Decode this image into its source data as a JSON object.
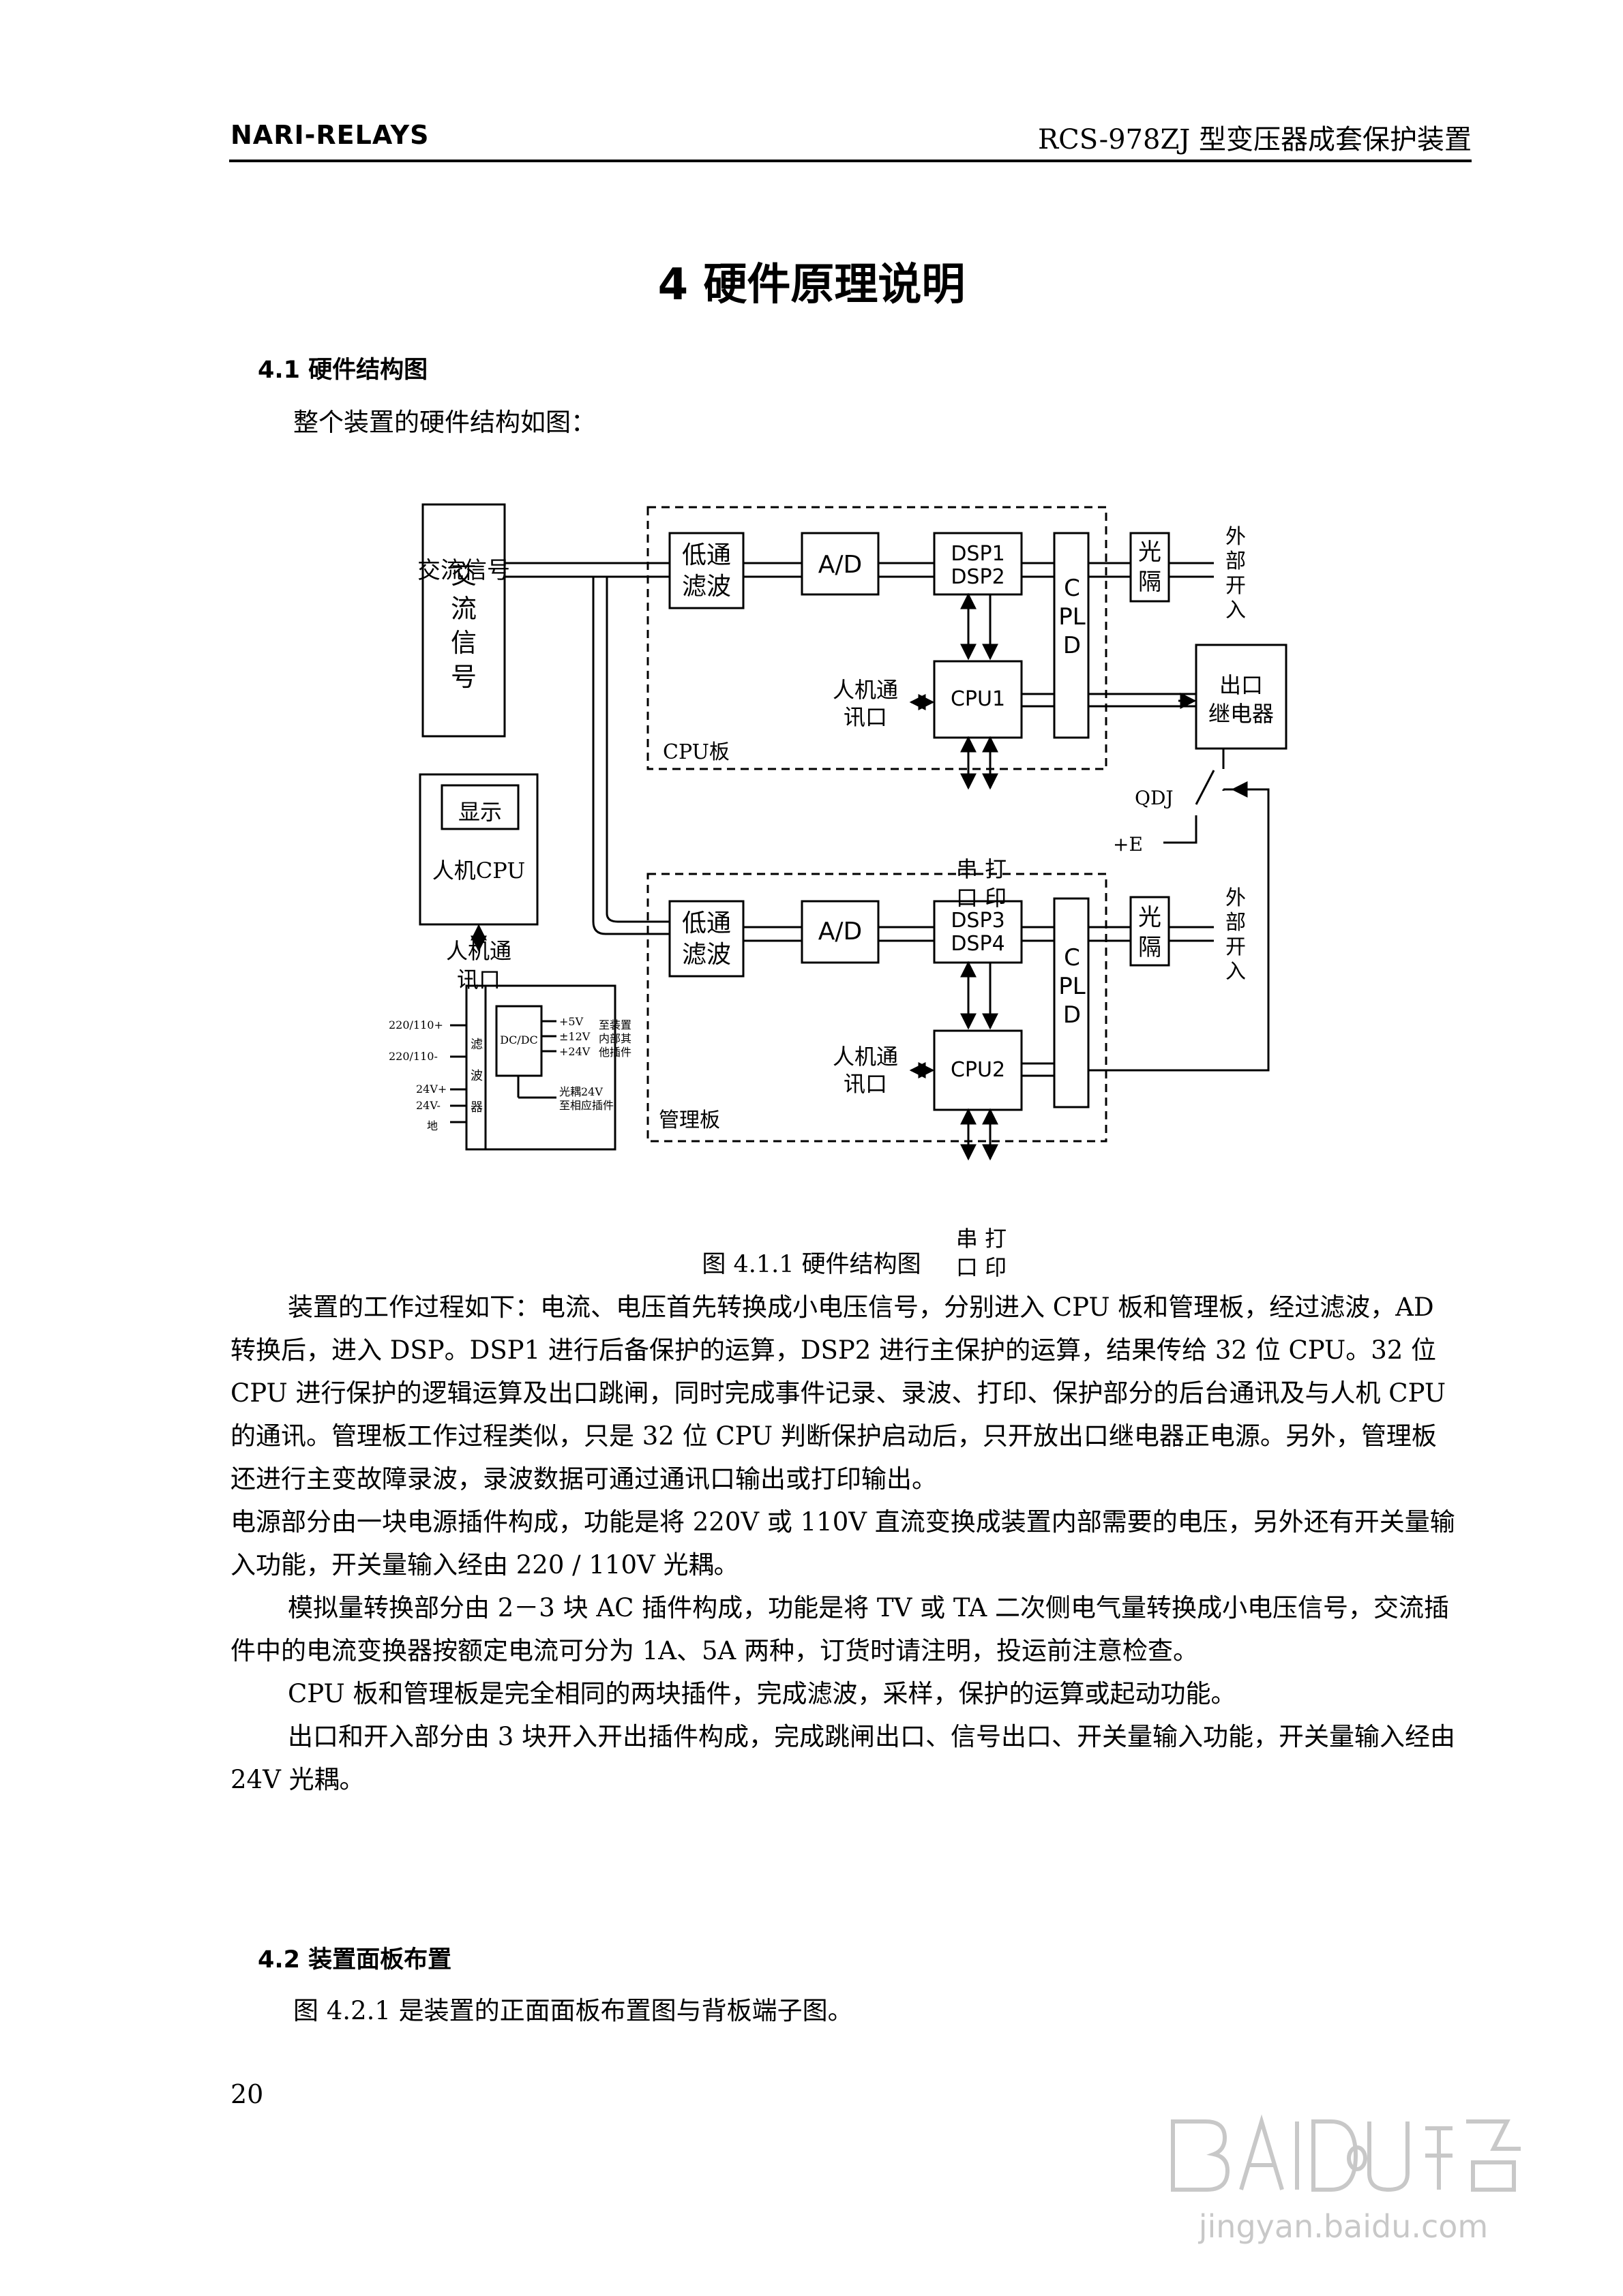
{
  "header": {
    "brand": "NARI-RELAYS",
    "product": "RCS-978ZJ 型变压器成套保护装置"
  },
  "chapter_title": "4  硬件原理说明",
  "section_4_1": {
    "heading": "4.1   硬件结构图",
    "intro": "整个装置的硬件结构如图："
  },
  "diagram": {
    "ac_signal": "交流信号",
    "cpu_board": {
      "lowpass_line1": "低通",
      "lowpass_line2": "滤波",
      "ad": "A/D",
      "dsp_a": "DSP1",
      "dsp_b": "DSP2",
      "cpld": "CPLD",
      "cpu": "CPU1",
      "opto_line1": "光",
      "opto_line2": "隔",
      "ext_input": "外部开入",
      "hmi_comm_line1": "人机通",
      "hmi_comm_line2": "讯口",
      "serial_print_line1": "串 打",
      "serial_print_line2": "口 印",
      "label": "CPU板"
    },
    "output_relay_line1": "出口",
    "output_relay_line2": "继电器",
    "qdj": "QDJ",
    "plus_e": "+E",
    "hmi_panel": {
      "display": "显示",
      "hmi_cpu": "人机CPU",
      "comm_line1": "人机通",
      "comm_line2": "讯口"
    },
    "mgmt_board": {
      "lowpass_line1": "低通",
      "lowpass_line2": "滤波",
      "ad": "A/D",
      "dsp_a": "DSP3",
      "dsp_b": "DSP4",
      "cpld": "CPLD",
      "cpu": "CPU2",
      "opto_line1": "光",
      "opto_line2": "隔",
      "ext_input": "外部开入",
      "hmi_comm_line1": "人机通",
      "hmi_comm_line2": "讯口",
      "serial_print_line1": "串 打",
      "serial_print_line2": "口 印",
      "label": "管理板"
    },
    "power": {
      "in1": "220/110+",
      "in2": "220/110-",
      "in3": "24V+",
      "in4": "24V-",
      "in5": "地",
      "filter": "滤波器",
      "dcdc": "DC/DC",
      "out1": "+5V",
      "out2": "±12V",
      "out3": "+24V",
      "note1_line1": "至装置",
      "note1_line2": "内部其",
      "note1_line3": "他插件",
      "note2_line1": "光耦24V",
      "note2_line2": "至相应插件"
    }
  },
  "figure_caption": "图  4.1.1    硬件结构图",
  "body": {
    "p1": "装置的工作过程如下：电流、电压首先转换成小电压信号，分别进入 CPU 板和管理板，经过滤波，AD 转换后，进入 DSP。DSP1 进行后备保护的运算，DSP2 进行主保护的运算，结果传给 32 位 CPU。32 位 CPU 进行保护的逻辑运算及出口跳闸，同时完成事件记录、录波、打印、保护部分的后台通讯及与人机 CPU 的通讯。管理板工作过程类似，只是 32 位 CPU 判断保护启动后，只开放出口继电器正电源。另外，管理板还进行主变故障录波，录波数据可通过通讯口输出或打印输出。",
    "p2": "电源部分由一块电源插件构成，功能是将 220V 或 110V 直流变换成装置内部需要的电压，另外还有开关量输入功能，开关量输入经由 220 / 110V 光耦。",
    "p3": "模拟量转换部分由 2－3 块 AC 插件构成，功能是将 TV 或 TA 二次侧电气量转换成小电压信号，交流插件中的电流变换器按额定电流可分为 1A、5A 两种，订货时请注明，投运前注意检查。",
    "p4": "CPU 板和管理板是完全相同的两块插件，完成滤波，采样，保护的运算或起动功能。",
    "p5": "出口和开入部分由 3 块开入开出插件构成，完成跳闸出口、信号出口、开关量输入功能，开关量输入经由 24V 光耦。"
  },
  "section_4_2": {
    "heading": "4.2    装置面板布置",
    "intro": "图  4.2.1  是装置的正面面板布置图与背板端子图。"
  },
  "page_number": "20",
  "watermark": {
    "text": "Baidu经验",
    "url_text": "jingyan.baidu.com"
  }
}
